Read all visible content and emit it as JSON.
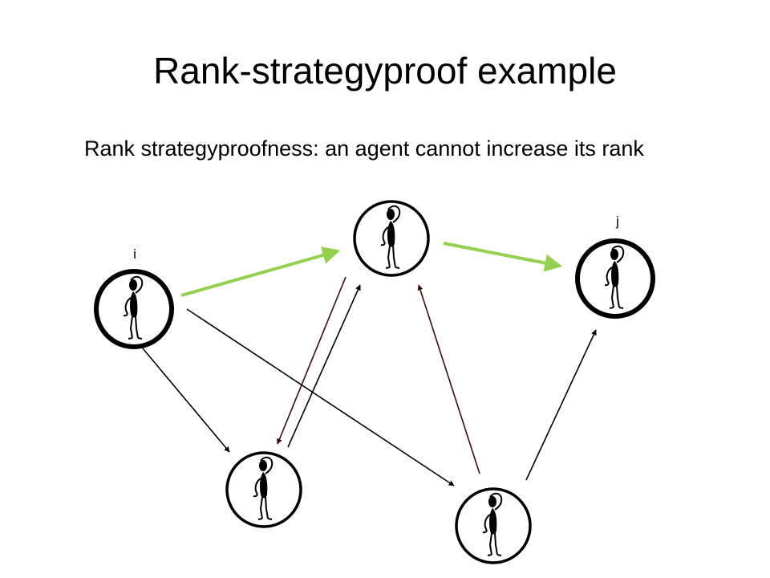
{
  "slide": {
    "title": "Rank-strategyproof example",
    "body": "Rank strategyproofness: an agent cannot increase its rank"
  },
  "diagram": {
    "nodes": [
      {
        "id": "i",
        "label": "i"
      },
      {
        "id": "top",
        "label": ""
      },
      {
        "id": "j",
        "label": "j"
      },
      {
        "id": "bottom-left",
        "label": ""
      },
      {
        "id": "bottom-right",
        "label": ""
      }
    ],
    "edges": [
      {
        "from": "i",
        "to": "top",
        "style": "highlight"
      },
      {
        "from": "top",
        "to": "j",
        "style": "highlight"
      },
      {
        "from": "i",
        "to": "bottom-left",
        "style": "normal"
      },
      {
        "from": "i",
        "to": "bottom-right",
        "style": "normal"
      },
      {
        "from": "top",
        "to": "bottom-left",
        "style": "dark-red"
      },
      {
        "from": "bottom-left",
        "to": "top",
        "style": "normal"
      },
      {
        "from": "bottom-right",
        "to": "top",
        "style": "dark-red"
      },
      {
        "from": "bottom-right",
        "to": "j",
        "style": "normal"
      }
    ],
    "colors": {
      "highlight": "#92d050",
      "normal": "#000000",
      "dark-red": "#3a0c0c",
      "node_stroke": "#000000"
    },
    "node_icon": "thinking-person-icon"
  }
}
